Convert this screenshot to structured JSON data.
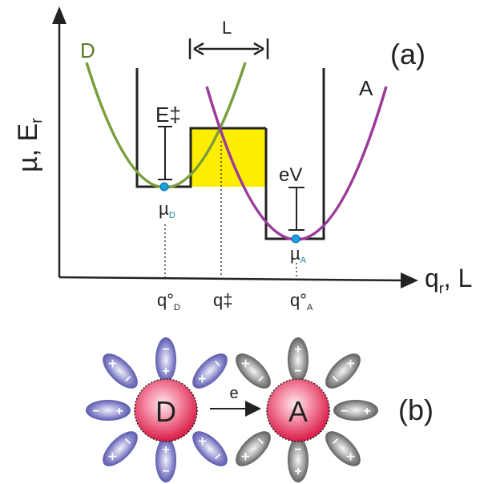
{
  "panel_a": {
    "tag": "(a)",
    "y_axis_label": "µ, E",
    "y_axis_sub": "r",
    "x_axis_label": "q",
    "x_axis_sub": "r",
    "x_axis_suffix": ", L",
    "curve_d_label": "D",
    "curve_a_label": "A",
    "gap_label": "L",
    "barrier_label": "E‡",
    "bias_label": "eV",
    "mu_d_main": "µ",
    "mu_d_sub": "D",
    "mu_a_main": "µ",
    "mu_a_sub": "A",
    "q_d_main": "q°",
    "q_d_sub": "D",
    "q_ts_label": "q‡",
    "q_a_main": "q°",
    "q_a_sub": "A",
    "colors": {
      "donor": "#7a9e3c",
      "acceptor": "#9a3a9a",
      "barrier": "#ffee00",
      "point": "#1aa0e0"
    }
  },
  "panel_b": {
    "tag": "(b)",
    "donor_label": "D",
    "acceptor_label": "A",
    "electron_label": "e",
    "colors": {
      "donor_dipole": "#4a4aa8",
      "acceptor_dipole": "#5a5a5a",
      "ion": "#e8204a"
    }
  }
}
